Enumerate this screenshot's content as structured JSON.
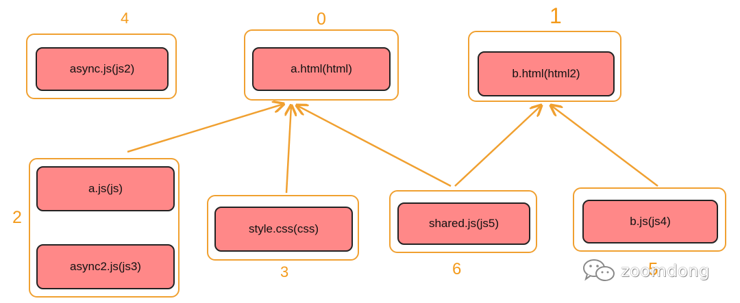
{
  "groups": [
    {
      "number": "4",
      "nodes": [
        "async.js(js2)"
      ]
    },
    {
      "number": "0",
      "nodes": [
        "a.html(html)"
      ]
    },
    {
      "number": "1",
      "nodes": [
        "b.html(html2)"
      ]
    },
    {
      "number": "2",
      "nodes": [
        "a.js(js)",
        "async2.js(js3)"
      ]
    },
    {
      "number": "3",
      "nodes": [
        "style.css(css)"
      ]
    },
    {
      "number": "6",
      "nodes": [
        "shared.js(js5)"
      ]
    },
    {
      "number": "5",
      "nodes": [
        "b.js(js4)"
      ]
    }
  ],
  "edges": [
    {
      "from": "a.js(js)",
      "to": "a.html(html)"
    },
    {
      "from": "style.css(css)",
      "to": "a.html(html)"
    },
    {
      "from": "shared.js(js5)",
      "to": "a.html(html)"
    },
    {
      "from": "shared.js(js5)",
      "to": "b.html(html2)"
    },
    {
      "from": "b.js(js4)",
      "to": "b.html(html2)"
    }
  ],
  "watermark": {
    "text": "zoomdong",
    "icon": "wechat-icon"
  },
  "colors": {
    "group_border": "#f0a030",
    "node_fill": "#ff8888",
    "node_border": "#222222",
    "number": "#f39a1b",
    "arrow": "#f0a030"
  }
}
